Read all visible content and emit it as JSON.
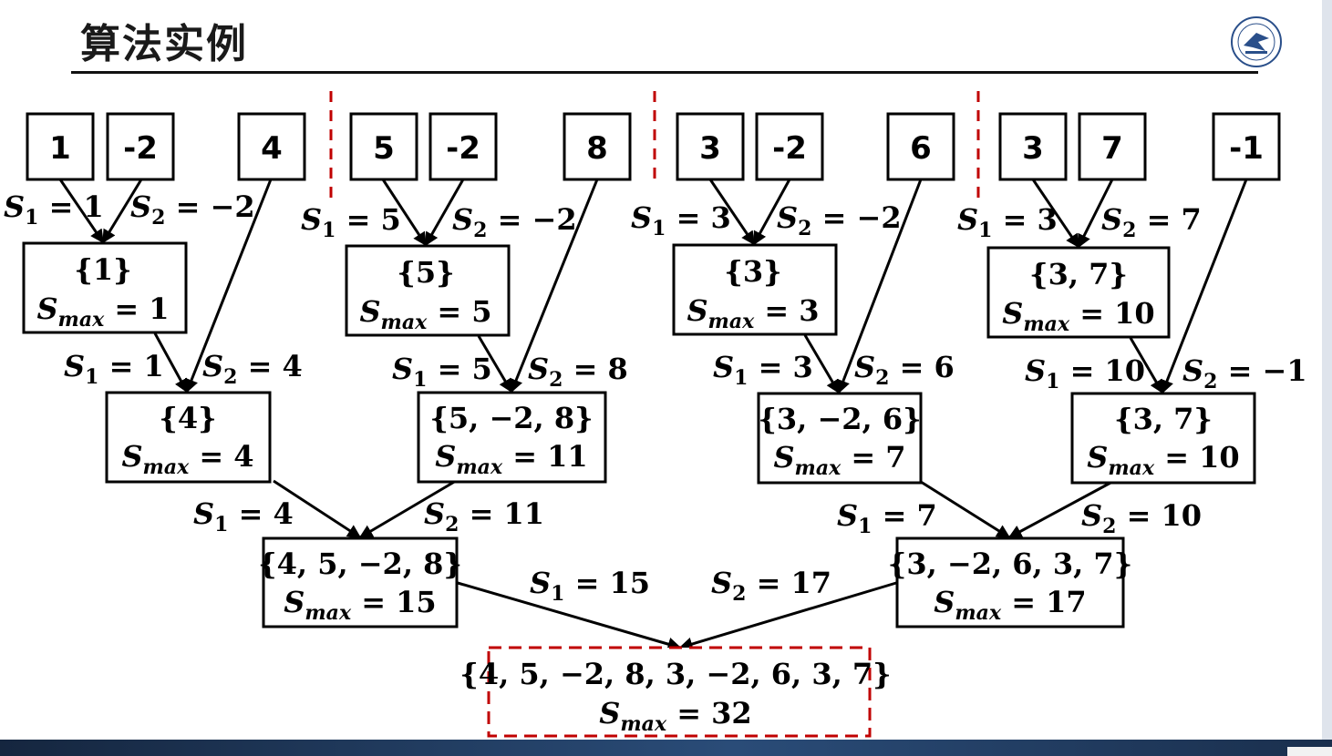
{
  "title": "算法实例",
  "leaves": [
    "1",
    "-2",
    "4",
    "5",
    "-2",
    "8",
    "3",
    "-2",
    "6",
    "3",
    "7",
    "-1"
  ],
  "level1": [
    {
      "set": "{1}",
      "smax": "1"
    },
    {
      "set": "{5}",
      "smax": "5"
    },
    {
      "set": "{3}",
      "smax": "3"
    },
    {
      "set": "{3, 7}",
      "smax": "10"
    }
  ],
  "level1_edges": [
    {
      "s1": "1",
      "s2": "−2"
    },
    {
      "s1": "5",
      "s2": "−2"
    },
    {
      "s1": "3",
      "s2": "−2"
    },
    {
      "s1": "3",
      "s2": "7"
    }
  ],
  "level2": [
    {
      "set": "{4}",
      "smax": "4"
    },
    {
      "set": "{5, −2, 8}",
      "smax": "11"
    },
    {
      "set": "{3, −2, 6}",
      "smax": "7"
    },
    {
      "set": "{3, 7}",
      "smax": "10"
    }
  ],
  "level2_edges": [
    {
      "s1": "1",
      "s2": "4"
    },
    {
      "s1": "5",
      "s2": "8"
    },
    {
      "s1": "3",
      "s2": "6"
    },
    {
      "s1": "10",
      "s2": "−1"
    }
  ],
  "level3": [
    {
      "set": "{4, 5, −2, 8}",
      "smax": "15"
    },
    {
      "set": "{3, −2, 6, 3, 7}",
      "smax": "17"
    }
  ],
  "level3_edges": [
    {
      "s1": "4",
      "s2": "11"
    },
    {
      "s1": "7",
      "s2": "10"
    }
  ],
  "final": {
    "set": "{4, 5, −2, 8, 3, −2, 6, 3, 7}",
    "smax": "32"
  },
  "final_edge": {
    "s1": "15",
    "s2": "17"
  },
  "colors": {
    "separator": "#c00000",
    "box": "#000000",
    "background": "#ffffff"
  }
}
